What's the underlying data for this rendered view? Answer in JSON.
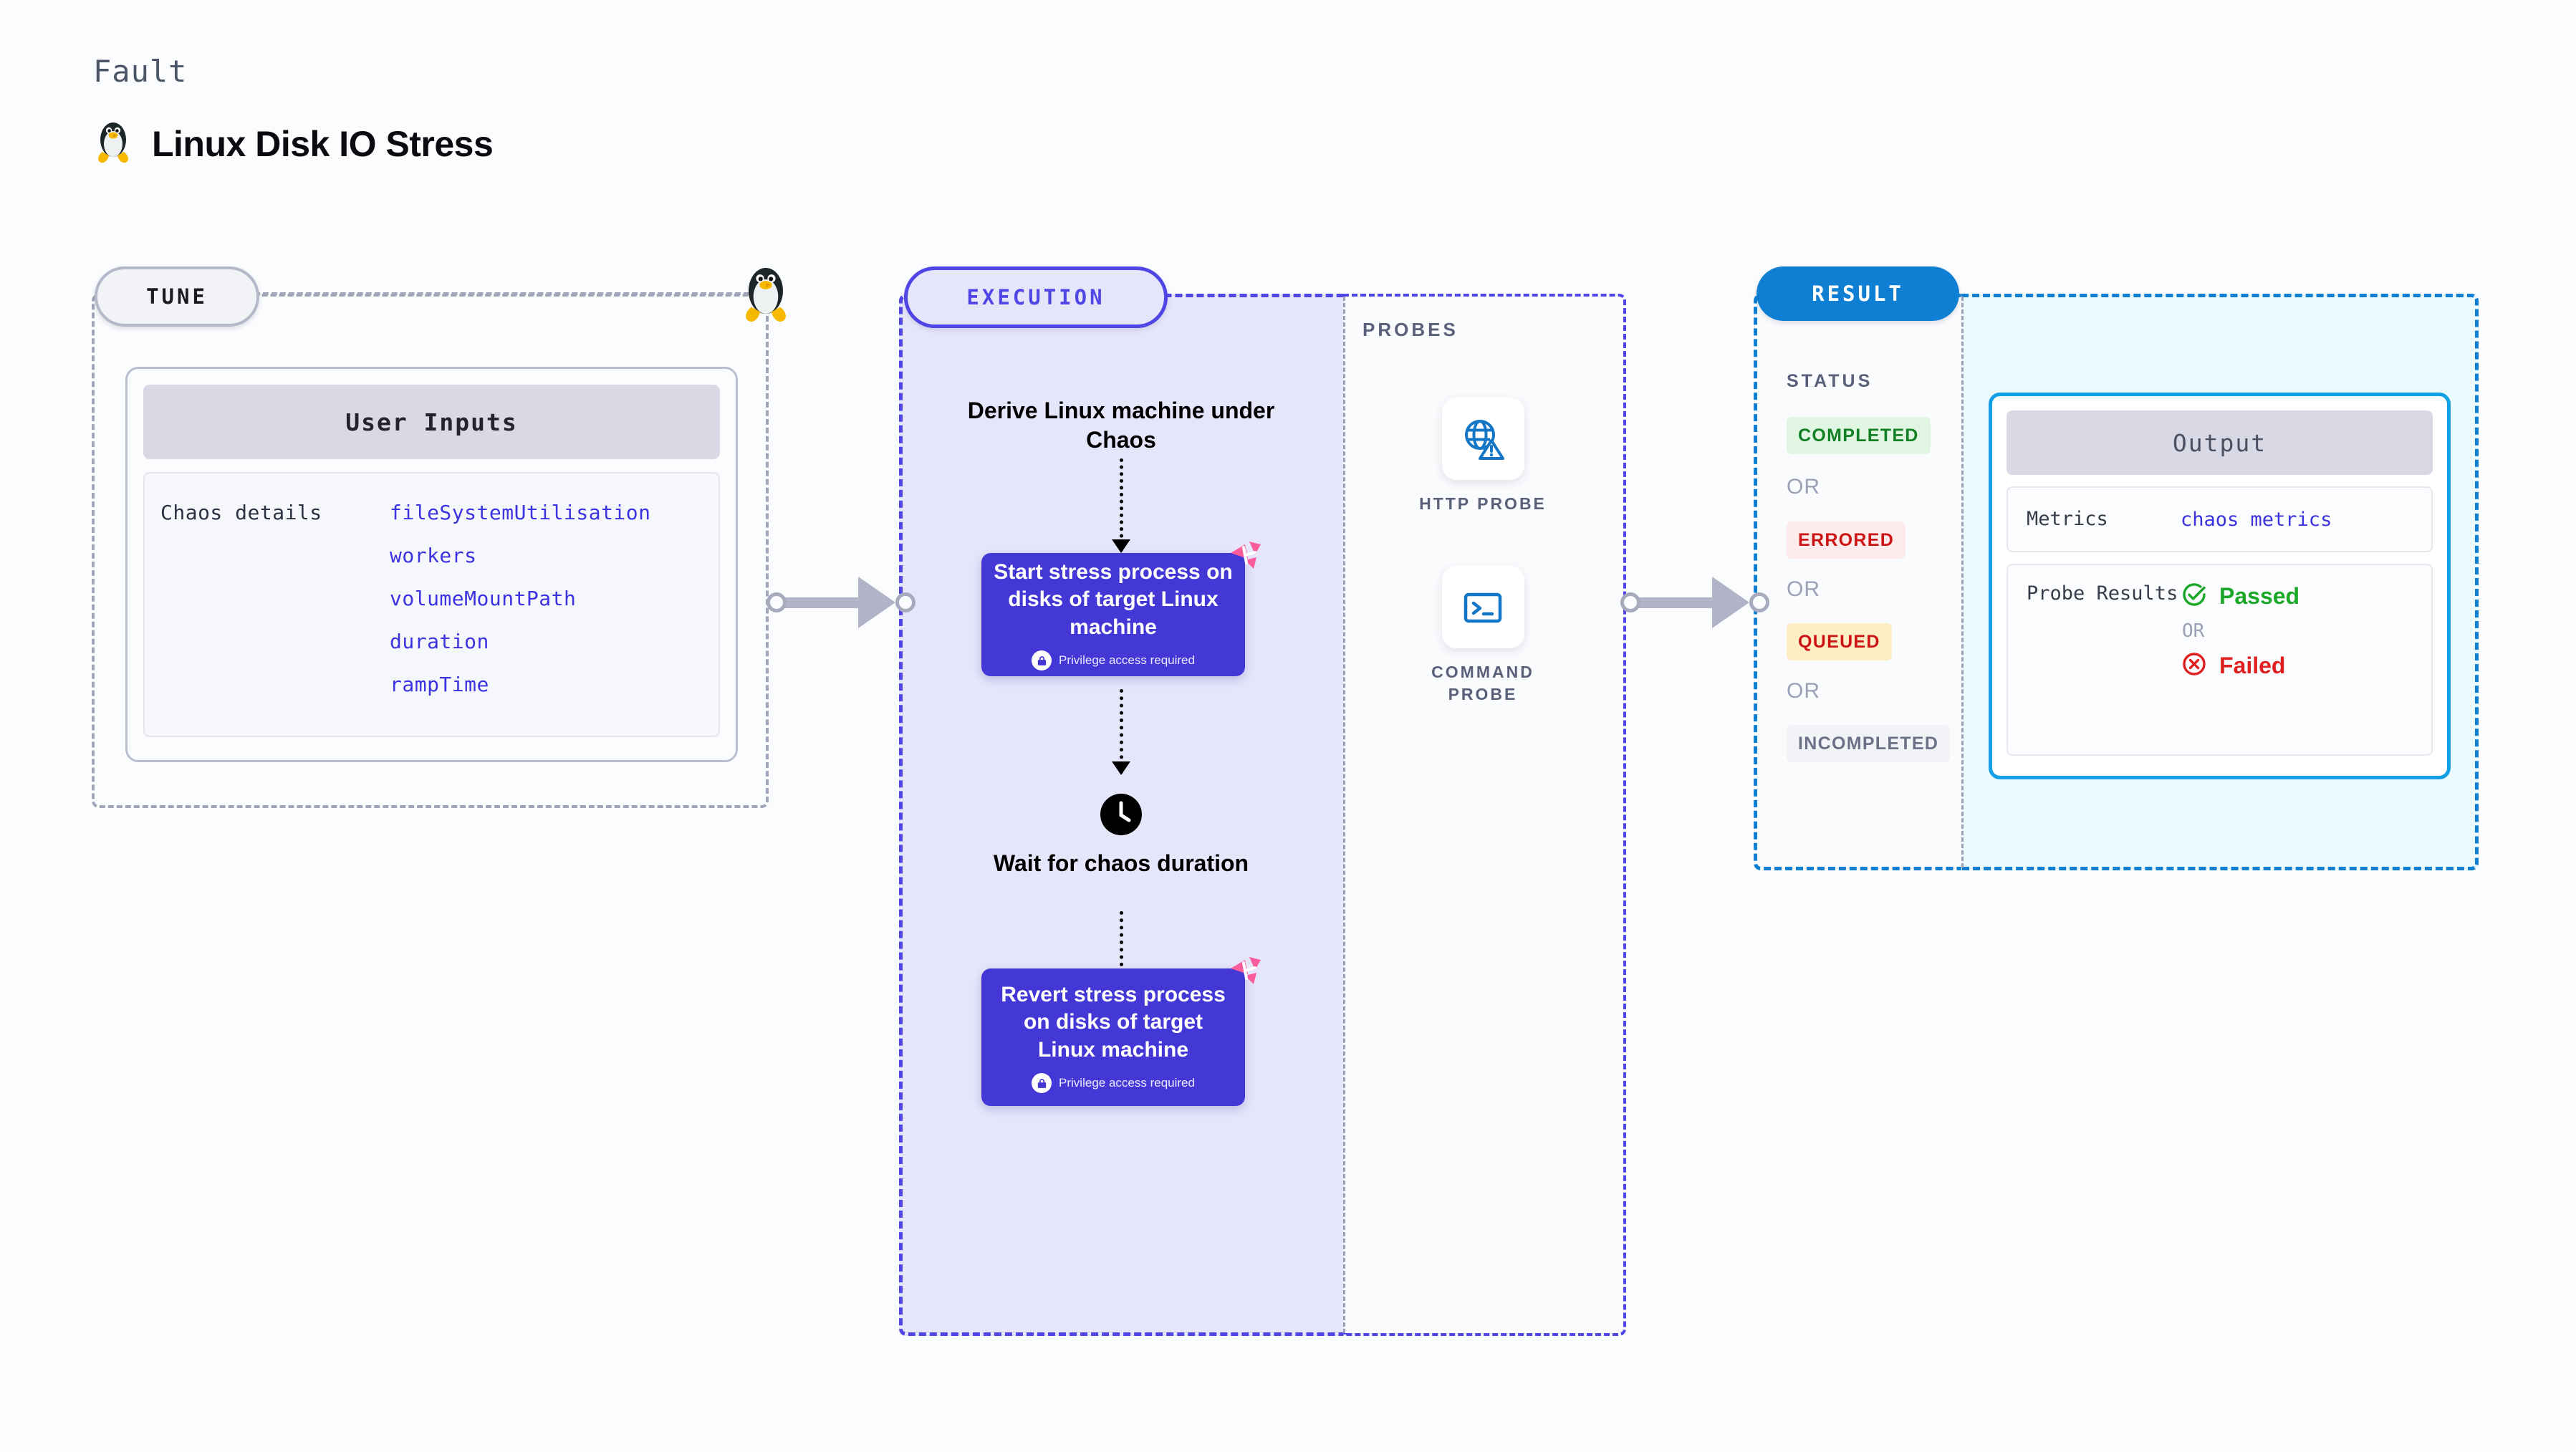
{
  "header": {
    "kicker": "Fault",
    "title": "Linux Disk IO Stress",
    "icon": "linux-penguin-icon"
  },
  "tune": {
    "badge_label": "TUNE",
    "icon": "linux-penguin-icon",
    "card": {
      "title": "User Inputs",
      "row_label": "Chaos details",
      "values": [
        "fileSystemUtilisation",
        "workers",
        "volumeMountPath",
        "duration",
        "rampTime"
      ]
    }
  },
  "execution": {
    "badge_label": "EXECUTION",
    "step_derive": "Derive Linux machine under Chaos",
    "box_start": {
      "title": "Start stress process on disks of target Linux machine",
      "privilege_note": "Privilege access required",
      "lock_icon": "lock-icon",
      "corner_icon": "litmus-chaos-icon"
    },
    "wait": {
      "icon": "clock-icon",
      "label": "Wait for chaos duration"
    },
    "box_revert": {
      "title": "Revert stress process on disks of target Linux machine",
      "privilege_note": "Privilege access required",
      "lock_icon": "lock-icon",
      "corner_icon": "litmus-chaos-icon"
    }
  },
  "probes": {
    "title": "PROBES",
    "items": [
      {
        "label": "HTTP PROBE",
        "icon": "globe-warning-icon"
      },
      {
        "label": "COMMAND PROBE",
        "icon": "terminal-icon"
      }
    ]
  },
  "result": {
    "badge_label": "RESULT",
    "status_title": "STATUS",
    "or_label": "OR",
    "statuses": [
      {
        "label": "COMPLETED",
        "text_color": "#128024",
        "bg_color": "#e0f5e2"
      },
      {
        "label": "ERRORED",
        "text_color": "#cc1414",
        "bg_color": "#fdeceb"
      },
      {
        "label": "QUEUED",
        "text_color": "#cc1414",
        "bg_color": "#fdeec6"
      },
      {
        "label": "INCOMPLETED",
        "text_color": "#6b7287",
        "bg_color": "#f2f3f7"
      }
    ],
    "output": {
      "title": "Output",
      "metrics_key": "Metrics",
      "metrics_value": "chaos metrics",
      "probe_results_key": "Probe Results",
      "passed_label": "Passed",
      "failed_label": "Failed",
      "or_label": "OR",
      "passed_icon": "check-circle-icon",
      "failed_icon": "x-circle-icon",
      "passed_color": "#1ba828",
      "failed_color": "#e02020"
    }
  },
  "colors": {
    "page_bg": "#fbfcfe",
    "tune_border": "#a0a6b8",
    "execution_accent": "#4f46e5",
    "execution_bg": "#e6e6fb",
    "execution_box": "#4338d6",
    "result_accent": "#0f7fd4",
    "result_output_bg": "#ebfafd",
    "link_purple": "#3b32e0",
    "litmus_pink": "#fb5c9b"
  }
}
